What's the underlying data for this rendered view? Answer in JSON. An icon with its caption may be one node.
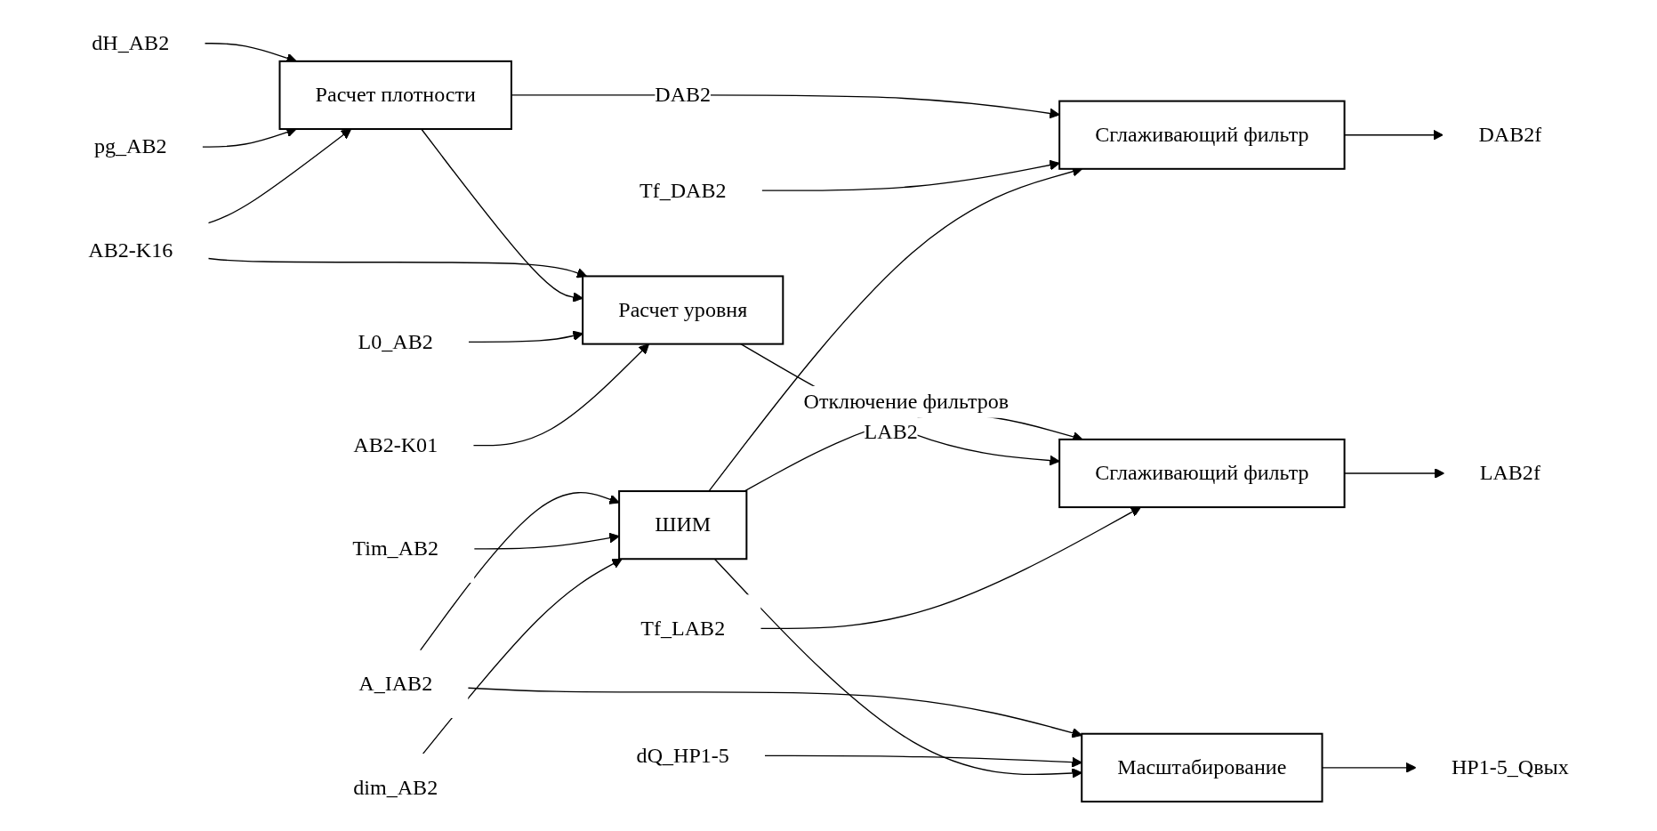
{
  "diagram": {
    "nodes": [
      {
        "text": [
          "Расчет плотности"
        ]
      },
      {
        "text": [
          "Сглаживающий фильтр"
        ]
      },
      {
        "text": [
          "ШИМ"
        ]
      },
      {
        "text": [
          "Масштабирование"
        ]
      },
      {
        "text": [
          "Расчет уровня"
        ]
      },
      {
        "text": [
          "Сглаживающий фильтр"
        ]
      },
      {
        "text": [
          "dH_AB2"
        ]
      },
      {
        "text": [
          "pg_AB2"
        ]
      },
      {
        "text": [
          "AB2-K16"
        ]
      },
      {
        "text": [
          "Tf_DAB2"
        ]
      },
      {
        "text": [
          "A_IAB2"
        ]
      },
      {
        "text": [
          "dQ_HP1-5"
        ]
      },
      {
        "text": [
          "Tim_AB2"
        ]
      },
      {
        "text": [
          "dim_AB2"
        ]
      },
      {
        "text": [
          "L0_AB2"
        ]
      },
      {
        "text": [
          "AB2-K01"
        ]
      },
      {
        "text": [
          "Tf_LAB2"
        ]
      },
      {
        "text": [
          "DAB2f"
        ]
      },
      {
        "text": [
          "HP1-5_Qвых"
        ]
      },
      {
        "text": [
          "LAB2f"
        ]
      }
    ],
    "edges": [
      {
        "from": 6,
        "to": 0,
        "arrow": "to"
      },
      {
        "from": 7,
        "to": 0,
        "arrow": "to"
      },
      {
        "from": 8,
        "to": 0,
        "arrow": "to"
      },
      {
        "from": 8,
        "to": 4,
        "arrow": "to"
      },
      {
        "from": 0,
        "to": 1,
        "arrow": "to",
        "label": "DAB2"
      },
      {
        "from": 0,
        "to": 4,
        "arrow": "to"
      },
      {
        "from": 9,
        "to": 1,
        "arrow": "to"
      },
      {
        "from": 1,
        "to": 17,
        "arrow": "to"
      },
      {
        "from": 10,
        "to": 3,
        "arrow": "to"
      },
      {
        "from": 10,
        "to": 2,
        "arrow": "to"
      },
      {
        "from": 11,
        "to": 3,
        "arrow": "to"
      },
      {
        "from": 12,
        "to": 2,
        "arrow": "to"
      },
      {
        "from": 13,
        "to": 2,
        "arrow": "to"
      },
      {
        "from": 2,
        "to": 3,
        "arrow": "to"
      },
      {
        "from": 2,
        "to": 1,
        "arrow": "to"
      },
      {
        "from": 2,
        "to": 5,
        "arrow": "to",
        "label": "Отключение фильтров"
      },
      {
        "from": 3,
        "to": 18,
        "arrow": "to"
      },
      {
        "from": 14,
        "to": 4,
        "arrow": "to"
      },
      {
        "from": 15,
        "to": 4,
        "arrow": "to"
      },
      {
        "from": 4,
        "to": 5,
        "arrow": "to",
        "label": "LAB2"
      },
      {
        "from": 16,
        "to": 5,
        "arrow": "to"
      },
      {
        "from": 5,
        "to": 19,
        "arrow": "to"
      }
    ]
  }
}
